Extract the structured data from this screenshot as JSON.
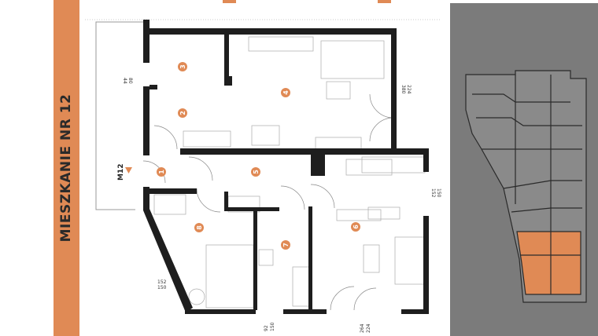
{
  "title": "MIESZKANIE NR 12",
  "entrance_label": "M12",
  "rooms": [
    "1",
    "2",
    "3",
    "4",
    "5",
    "6",
    "7",
    "8"
  ],
  "dimensions": {
    "left_window": [
      "80",
      "44"
    ],
    "right_window_top": [
      "224",
      "380"
    ],
    "right_window_mid": [
      "150",
      "152"
    ],
    "diag_window": [
      "152",
      "150"
    ],
    "bottom_window_a": [
      "92",
      "150"
    ],
    "bottom_window_b": [
      "264",
      "224"
    ]
  },
  "colors": {
    "accent": "#e08a55",
    "wall": "#1e1e1e",
    "panel": "#7b7b7b",
    "highlight": "#e08a55"
  }
}
